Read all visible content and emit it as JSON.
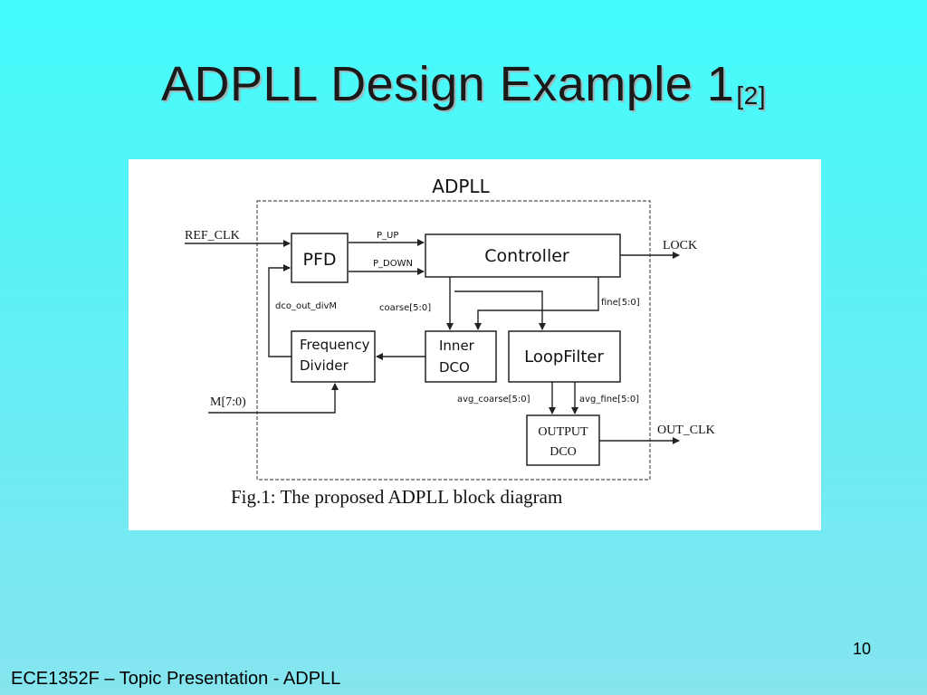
{
  "slide": {
    "title": "ADPLL Design Example 1",
    "title_ref": "[2]",
    "page_number": "10",
    "footer": "ECE1352F – Topic Presentation - ADPLL"
  },
  "diagram": {
    "frame_label": "ADPLL",
    "caption": "Fig.1: The proposed ADPLL block diagram",
    "blocks": {
      "pfd": "PFD",
      "controller": "Controller",
      "freq_divider_line1": "Frequency",
      "freq_divider_line2": "Divider",
      "inner_dco_line1": "Inner",
      "inner_dco_line2": "DCO",
      "loop_filter": "LoopFilter",
      "output_dco_line1": "OUTPUT",
      "output_dco_line2": "DCO"
    },
    "signals": {
      "ref_clk": "REF_CLK",
      "p_up": "P_UP",
      "p_down": "P_DOWN",
      "lock": "LOCK",
      "dco_out_divm": "dco_out_divM",
      "coarse": "coarse[5:0]",
      "fine": "fine[5:0]",
      "m": "M[7:0)",
      "avg_coarse": "avg_coarse[5:0]",
      "avg_fine": "avg_fine[5:0]",
      "out_clk": "OUT_CLK"
    }
  }
}
